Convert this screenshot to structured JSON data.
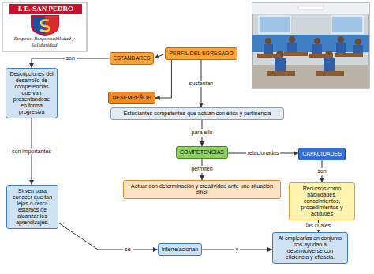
{
  "diagram": {
    "nodes": [
      {
        "text": [
          "PERFIL DEL EGRESADO"
        ]
      },
      {
        "text": [
          "ESTANDARES"
        ]
      },
      {
        "text": [
          "DESEMPEÑOS"
        ]
      },
      {
        "text": [
          "Descripciones del desarrollo de competencias que van presentandose en forma progresiva"
        ]
      },
      {
        "text": [
          "Estudiantes competentes que actúan con ética y pertinencia"
        ]
      },
      {
        "text": [
          "COMPETENCIAS"
        ]
      },
      {
        "text": [
          "CAPACIDADES"
        ]
      },
      {
        "text": [
          "Actuar don determinación y creatividad ante una situación difícil"
        ]
      },
      {
        "text": [
          "Recursos como habilidades, conocimientos, procedimientos y actitudes"
        ]
      },
      {
        "text": [
          "Sirven para conocer que tan lejos o cerca estamos de alcanzar los aprendizajes."
        ]
      },
      {
        "text": [
          "Interrelacionan"
        ]
      },
      {
        "text": [
          "Al emplearlas en conjunto nos ayudan a desenvolverse con eficiencia y eficacia."
        ]
      }
    ],
    "edges": [
      {
        "from": 0,
        "to": 1,
        "arrow": "to"
      },
      {
        "from": 0,
        "to": 2,
        "arrow": "to"
      },
      {
        "from": 0,
        "to": 4,
        "label": "sustentan",
        "arrow": "to"
      },
      {
        "from": 1,
        "to": 3,
        "label": "son",
        "arrow": "to"
      },
      {
        "from": 3,
        "to": 9,
        "label": "son importantes",
        "arrow": "to"
      },
      {
        "from": 4,
        "to": 5,
        "label": "para ello",
        "arrow": "to"
      },
      {
        "from": 5,
        "to": 6,
        "label": "relacionadas",
        "arrow": "to"
      },
      {
        "from": 5,
        "to": 7,
        "label": "permiten",
        "arrow": "to"
      },
      {
        "from": 6,
        "to": 8,
        "label": "son",
        "arrow": "to"
      },
      {
        "from": 8,
        "to": 11,
        "label": "las cuales",
        "arrow": "to"
      },
      {
        "from": 9,
        "to": 10,
        "label": "se",
        "arrow": "to"
      },
      {
        "from": 10,
        "to": 11,
        "label": "y",
        "arrow": "to"
      }
    ],
    "labels": [
      "I. E. SAN PEDRO",
      "Respeto, Responsabilidad y Solidaridad"
    ]
  }
}
